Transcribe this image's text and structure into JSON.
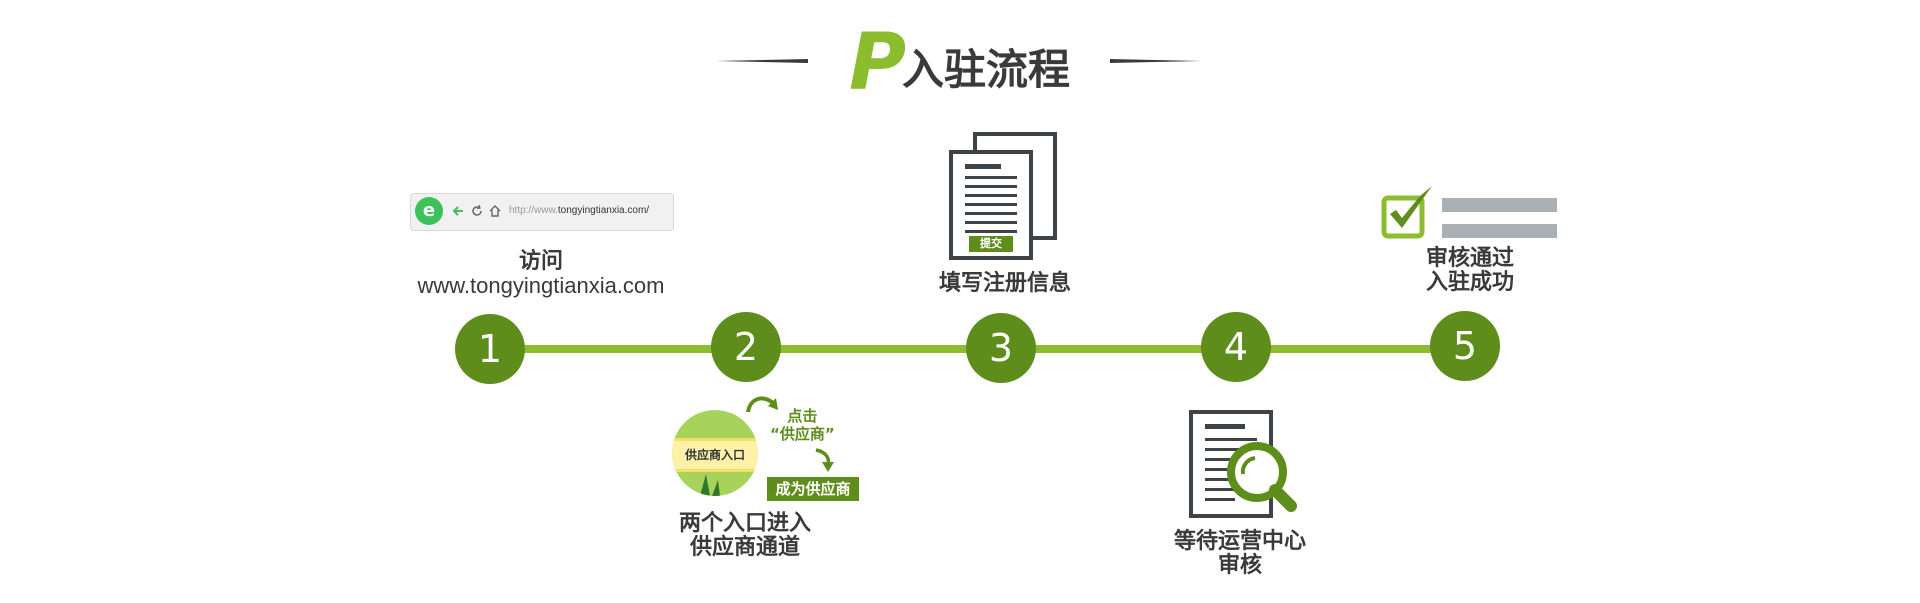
{
  "header": {
    "logo_letter": "P",
    "title": "入驻流程"
  },
  "steps": [
    {
      "number": "1",
      "caption_line1": "访问",
      "caption_line2": "www.tongyingtianxia.com"
    },
    {
      "number": "2",
      "caption_line1": "两个入口进入",
      "caption_line2": "供应商通道"
    },
    {
      "number": "3",
      "caption_line1": "填写注册信息"
    },
    {
      "number": "4",
      "caption_line1": "等待运营中心",
      "caption_line2": "审核"
    },
    {
      "number": "5",
      "caption_line1": "审核通过",
      "caption_line2": "入驻成功"
    }
  ],
  "browser": {
    "logo_glyph": "e",
    "url_protocol": "http://www.",
    "url_domain": "tongyingtianxia.com/"
  },
  "supplier": {
    "entry_label": "供应商入口",
    "click_hint_line1": "点击",
    "click_hint_line2": "“供应商”",
    "become_label": "成为供应商"
  },
  "document": {
    "submit_label": "提交"
  },
  "colors": {
    "accent": "#8bbd2e",
    "accent_dark": "#5f8d1c",
    "text": "#3a3a3a",
    "doc_stroke": "#3d4347",
    "gray_bar": "#aab0b3"
  }
}
